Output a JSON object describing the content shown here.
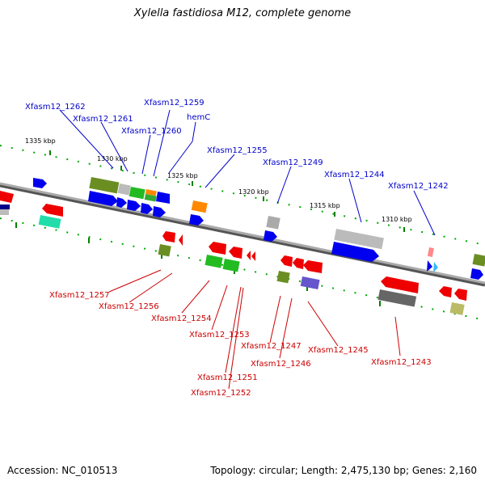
{
  "title": "Xylella fastidiosa M12, complete genome",
  "footer": {
    "accession": "Accession: NC_010513",
    "stats": "Topology: circular; Length: 2,475,130 bp; Genes: 2,160"
  },
  "colors": {
    "forward_label": "#0000cc",
    "reverse_label": "#cc0000",
    "forward_gene": "#0000ee",
    "reverse_gene": "#ee0000",
    "backbone": "#888888",
    "tick": "#008000"
  },
  "kbp_ticks": [
    "1335 kbp",
    "1330 kbp",
    "1325 kbp",
    "1320 kbp",
    "1315 kbp",
    "1310 kbp"
  ],
  "forward_genes": [
    "Xfasm12_1262",
    "Xfasm12_1261",
    "Xfasm12_1259",
    "Xfasm12_1260",
    "hemC",
    "Xfasm12_1255",
    "Xfasm12_1249",
    "Xfasm12_1244",
    "Xfasm12_1242"
  ],
  "reverse_genes": [
    "Xfasm12_1257",
    "Xfasm12_1256",
    "Xfasm12_1254",
    "Xfasm12_1253",
    "Xfasm12_1247",
    "Xfasm12_1246",
    "Xfasm12_1245",
    "Xfasm12_1243",
    "Xfasm12_1251",
    "Xfasm12_1252"
  ]
}
